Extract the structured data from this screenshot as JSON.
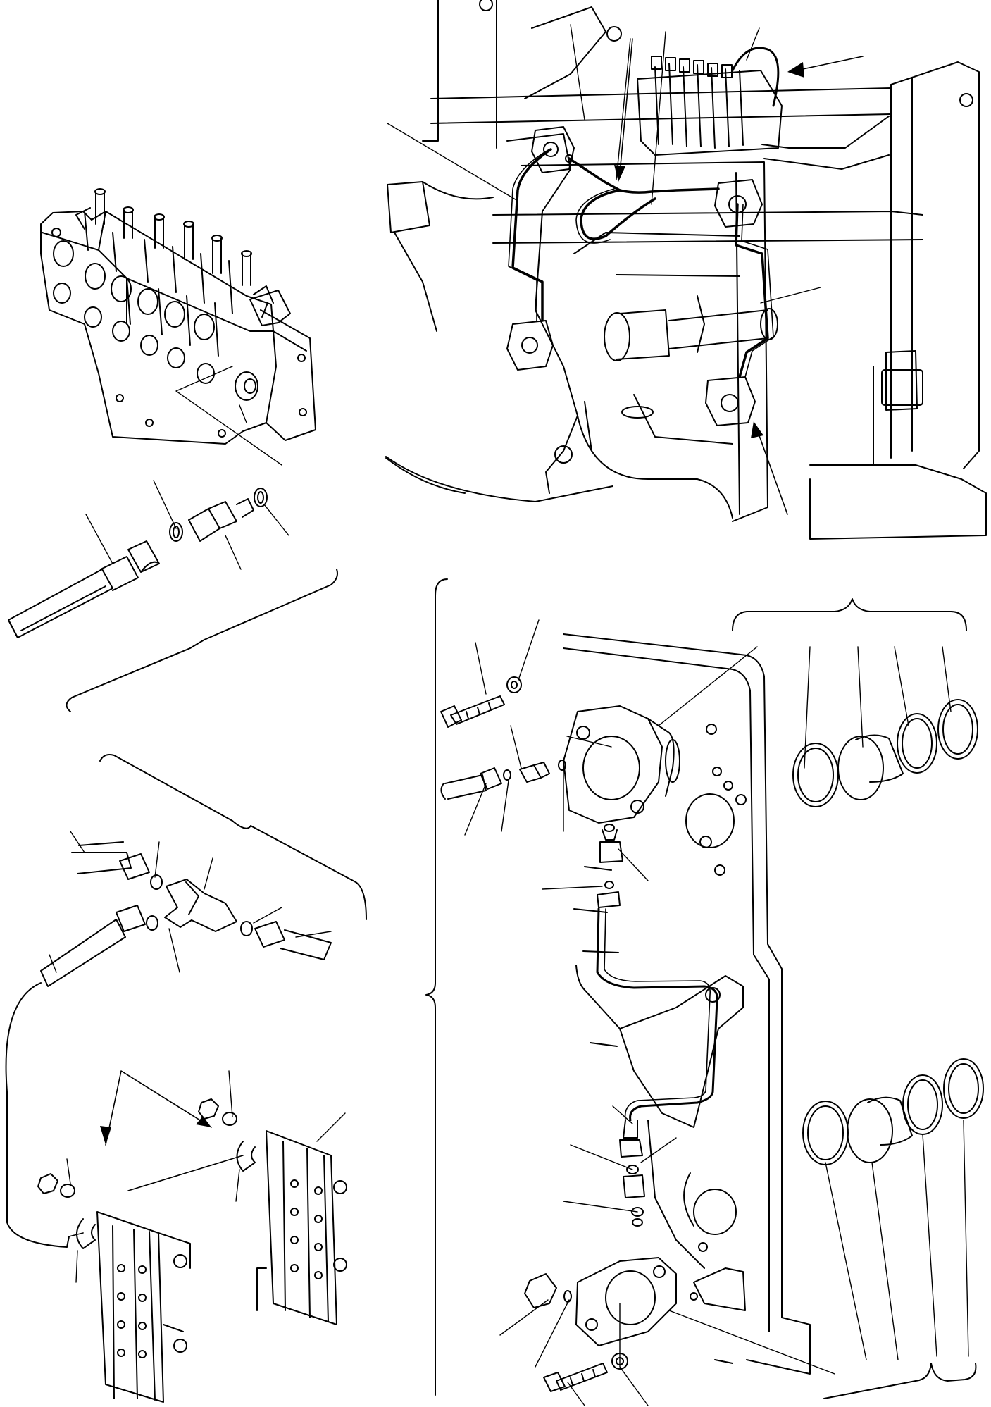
{
  "diagram": {
    "kind": "exploded-parts-illustration",
    "text": "",
    "ink_color": "#000000",
    "paper_color": "#ffffff",
    "views": [
      {
        "id": "control-valve-overview"
      },
      {
        "id": "valve-union-detail"
      },
      {
        "id": "tee-fitting-detail"
      },
      {
        "id": "clamp-bracket-detail"
      },
      {
        "id": "frame-piping-overview"
      },
      {
        "id": "flange-cover-detail"
      }
    ]
  }
}
